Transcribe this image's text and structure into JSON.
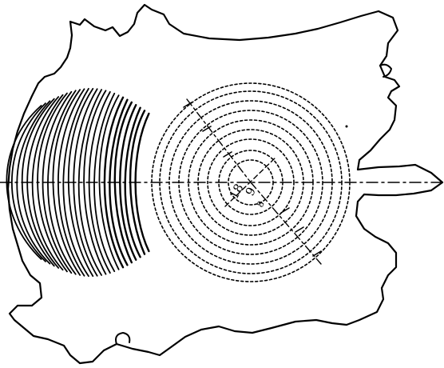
{
  "figure": {
    "ink_color": "#000000",
    "background_color": "#ffffff",
    "labels": {
      "circle_a": "18",
      "circle_b": "9",
      "circle_c": "8"
    }
  }
}
